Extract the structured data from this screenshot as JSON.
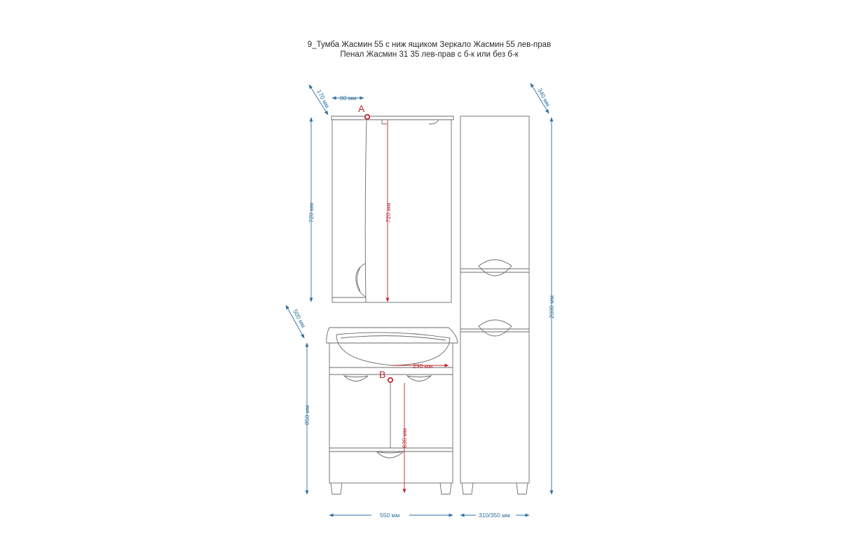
{
  "title": {
    "line1": "9_Тумба Жасмин 55 с ниж ящиком  Зеркало Жасмин 55 лев-прав",
    "line2": "Пенал Жасмин 31 35 лев-прав с б-к или без б-к"
  },
  "dimensions": {
    "mirror_depth": "170 мм",
    "mirror_offset": "80 мм",
    "mirror_height": "720 мм",
    "mirror_inner_height": "720 мм",
    "cabinet_depth": "500 мм",
    "cabinet_height": "850 мм",
    "cabinet_inner_offset": "230 мм",
    "cabinet_inner_height": "630 мм",
    "cabinet_width": "550 мм",
    "pencil_depth": "340 мм",
    "pencil_height": "2000 мм",
    "pencil_width": "310/350 мм"
  },
  "reference_points": {
    "a": "A",
    "b": "B"
  },
  "colors": {
    "dimension_blue": "#2e6fa0",
    "dimension_red": "#c0282d",
    "outline": "#6b6b6b"
  }
}
